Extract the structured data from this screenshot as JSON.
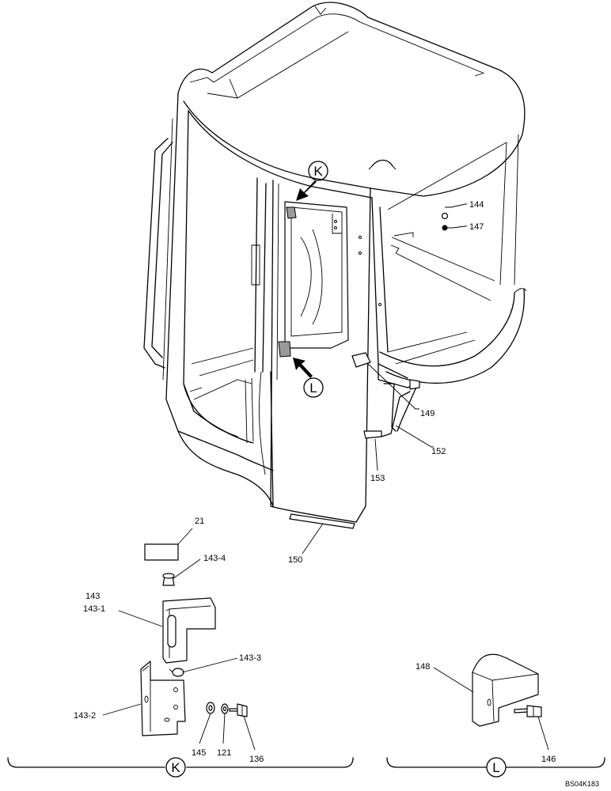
{
  "labels": {
    "p21": "21",
    "p136": "136",
    "p143": "143",
    "p143_1": "143-1",
    "p143_2": "143-2",
    "p143_3": "143-3",
    "p143_4": "143-4",
    "p121": "121",
    "p144": "144",
    "p145": "145",
    "p146": "146",
    "p147": "147",
    "p148": "148",
    "p149": "149",
    "p150": "150",
    "p152": "152",
    "p153": "153"
  },
  "views": {
    "K": "K",
    "L": "L"
  },
  "drawing_code": "BS04K183"
}
